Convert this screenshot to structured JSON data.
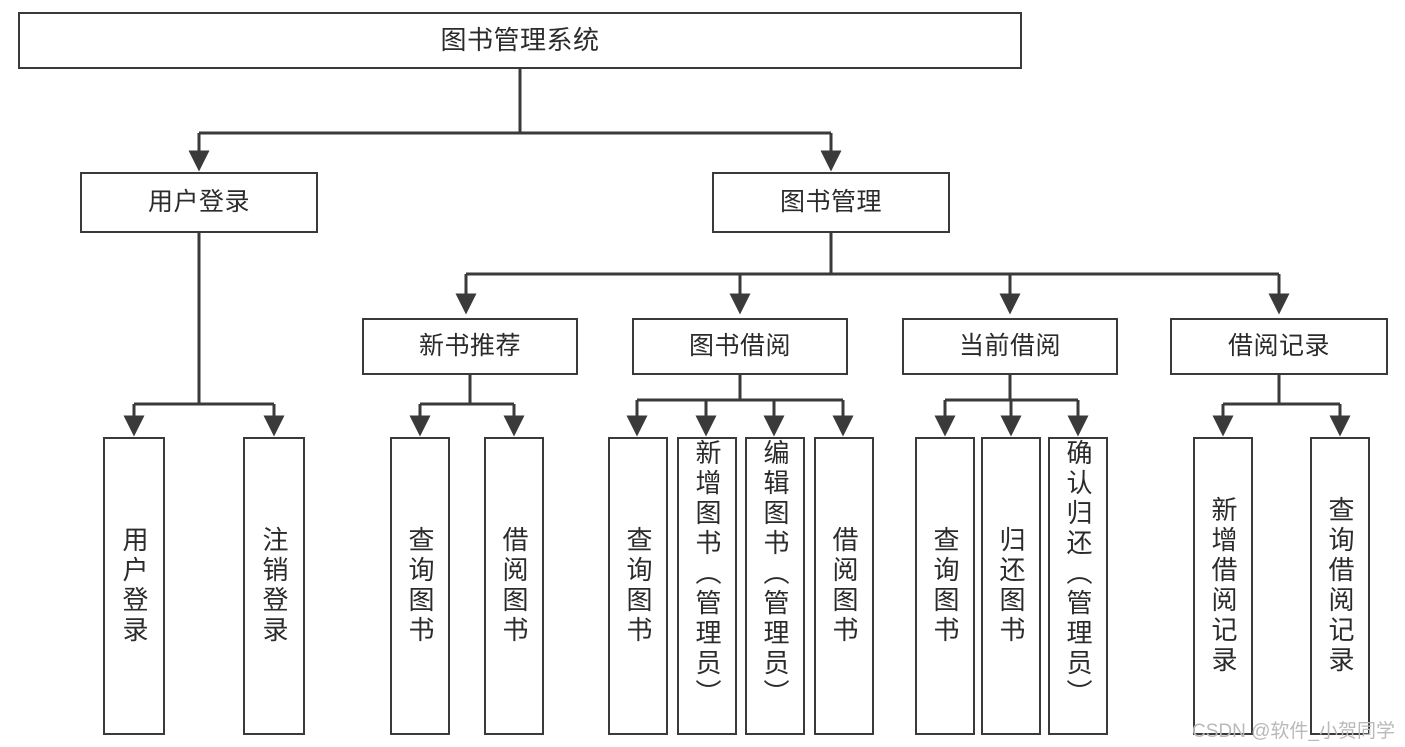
{
  "diagram": {
    "title": "图书管理系统",
    "type": "tree-hierarchy",
    "colors": {
      "box_border": "#3a3a3a",
      "box_fill": "#ffffff",
      "edge": "#3a3a3a",
      "text": "#2b2b2b",
      "watermark": "#b9b9b9",
      "background": "#ffffff"
    },
    "root": {
      "label": "图书管理系统"
    },
    "level1": [
      {
        "label": "用户登录"
      },
      {
        "label": "图书管理"
      }
    ],
    "level2": [
      {
        "label": "新书推荐"
      },
      {
        "label": "图书借阅"
      },
      {
        "label": "当前借阅"
      },
      {
        "label": "借阅记录"
      }
    ],
    "leaves": {
      "user_login": [
        {
          "label": "用户登录"
        },
        {
          "label": "注销登录"
        }
      ],
      "new_book_recommend": [
        {
          "label": "查询图书"
        },
        {
          "label": "借阅图书"
        }
      ],
      "book_borrow": [
        {
          "label": "查询图书"
        },
        {
          "label": "新增图书（管理员）"
        },
        {
          "label": "编辑图书（管理员）"
        },
        {
          "label": "借阅图书"
        }
      ],
      "current_borrow": [
        {
          "label": "查询图书"
        },
        {
          "label": "归还图书"
        },
        {
          "label": "确认归还（管理员）"
        }
      ],
      "borrow_record": [
        {
          "label": "新增借阅记录"
        },
        {
          "label": "查询借阅记录"
        }
      ]
    }
  },
  "watermark": {
    "text": "CSDN @软件_小贺同学"
  }
}
